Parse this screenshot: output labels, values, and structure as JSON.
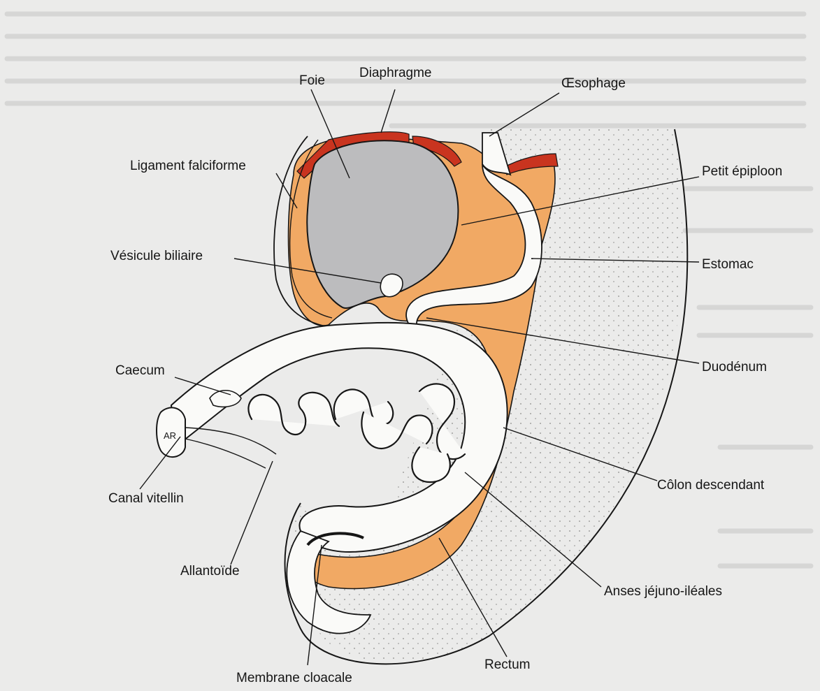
{
  "colors": {
    "page": "#ebebea",
    "bleed_text": "#c6c6c4",
    "mesentery": "#f1a964",
    "diaphragm": "#c9341f",
    "liver": "#bcbcbe",
    "ink": "#161616",
    "organ_fill": "#fafaf8"
  },
  "labels": {
    "foie": "Foie",
    "diaphragme": "Diaphragme",
    "oesophage": "Œsophage",
    "ligament_falciforme": "Ligament falciforme",
    "petit_epiploon": "Petit épiploon",
    "vesicule_biliaire": "Vésicule biliaire",
    "estomac": "Estomac",
    "duodenum": "Duodénum",
    "caecum": "Caecum",
    "colon_descendant": "Côlon descendant",
    "canal_vitellin": "Canal vitellin",
    "allantoide": "Allantoïde",
    "anses_jejuno_ileales": "Anses jéjuno-iléales",
    "rectum": "Rectum",
    "membrane_cloacale": "Membrane cloacale"
  }
}
